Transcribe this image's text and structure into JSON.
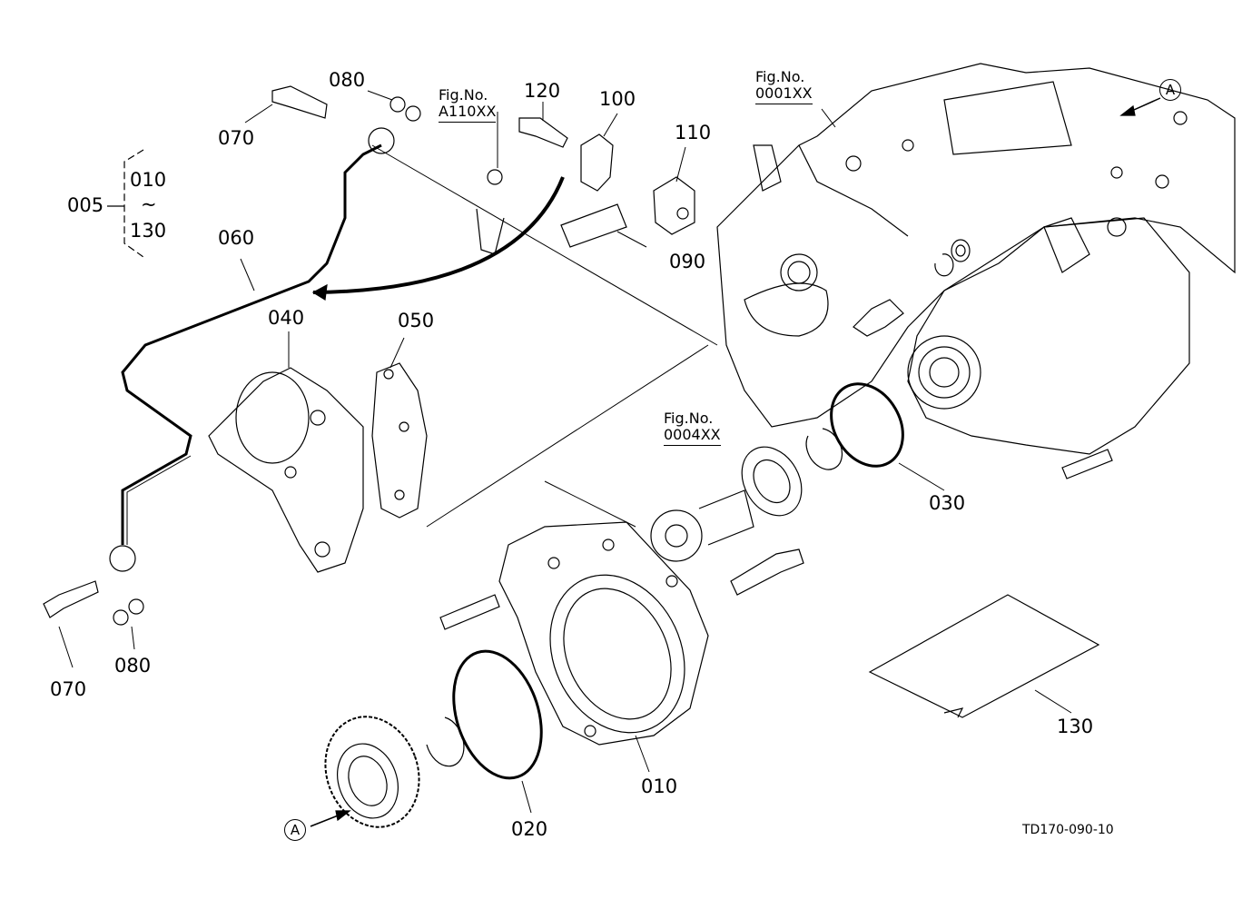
{
  "diagram": {
    "drawing_number": "TD170-090-10",
    "assembly": {
      "number": "005",
      "range_from": "010",
      "range_symbol": "~",
      "range_to": "130"
    },
    "parts": [
      {
        "id": "p010",
        "label": "010"
      },
      {
        "id": "p020",
        "label": "020"
      },
      {
        "id": "p030",
        "label": "030"
      },
      {
        "id": "p040",
        "label": "040"
      },
      {
        "id": "p050",
        "label": "050"
      },
      {
        "id": "p060",
        "label": "060"
      },
      {
        "id": "p070a",
        "label": "070"
      },
      {
        "id": "p070b",
        "label": "070"
      },
      {
        "id": "p080a",
        "label": "080"
      },
      {
        "id": "p080b",
        "label": "080"
      },
      {
        "id": "p090",
        "label": "090"
      },
      {
        "id": "p100",
        "label": "100"
      },
      {
        "id": "p110",
        "label": "110"
      },
      {
        "id": "p120",
        "label": "120"
      },
      {
        "id": "p130",
        "label": "130"
      }
    ],
    "figure_refs": [
      {
        "prefix": "Fig.No.",
        "code": "A110XX"
      },
      {
        "prefix": "Fig.No.",
        "code": "0001XX"
      },
      {
        "prefix": "Fig.No.",
        "code": "0004XX"
      }
    ],
    "reference_markers": [
      {
        "letter": "A"
      },
      {
        "letter": "A"
      }
    ]
  }
}
